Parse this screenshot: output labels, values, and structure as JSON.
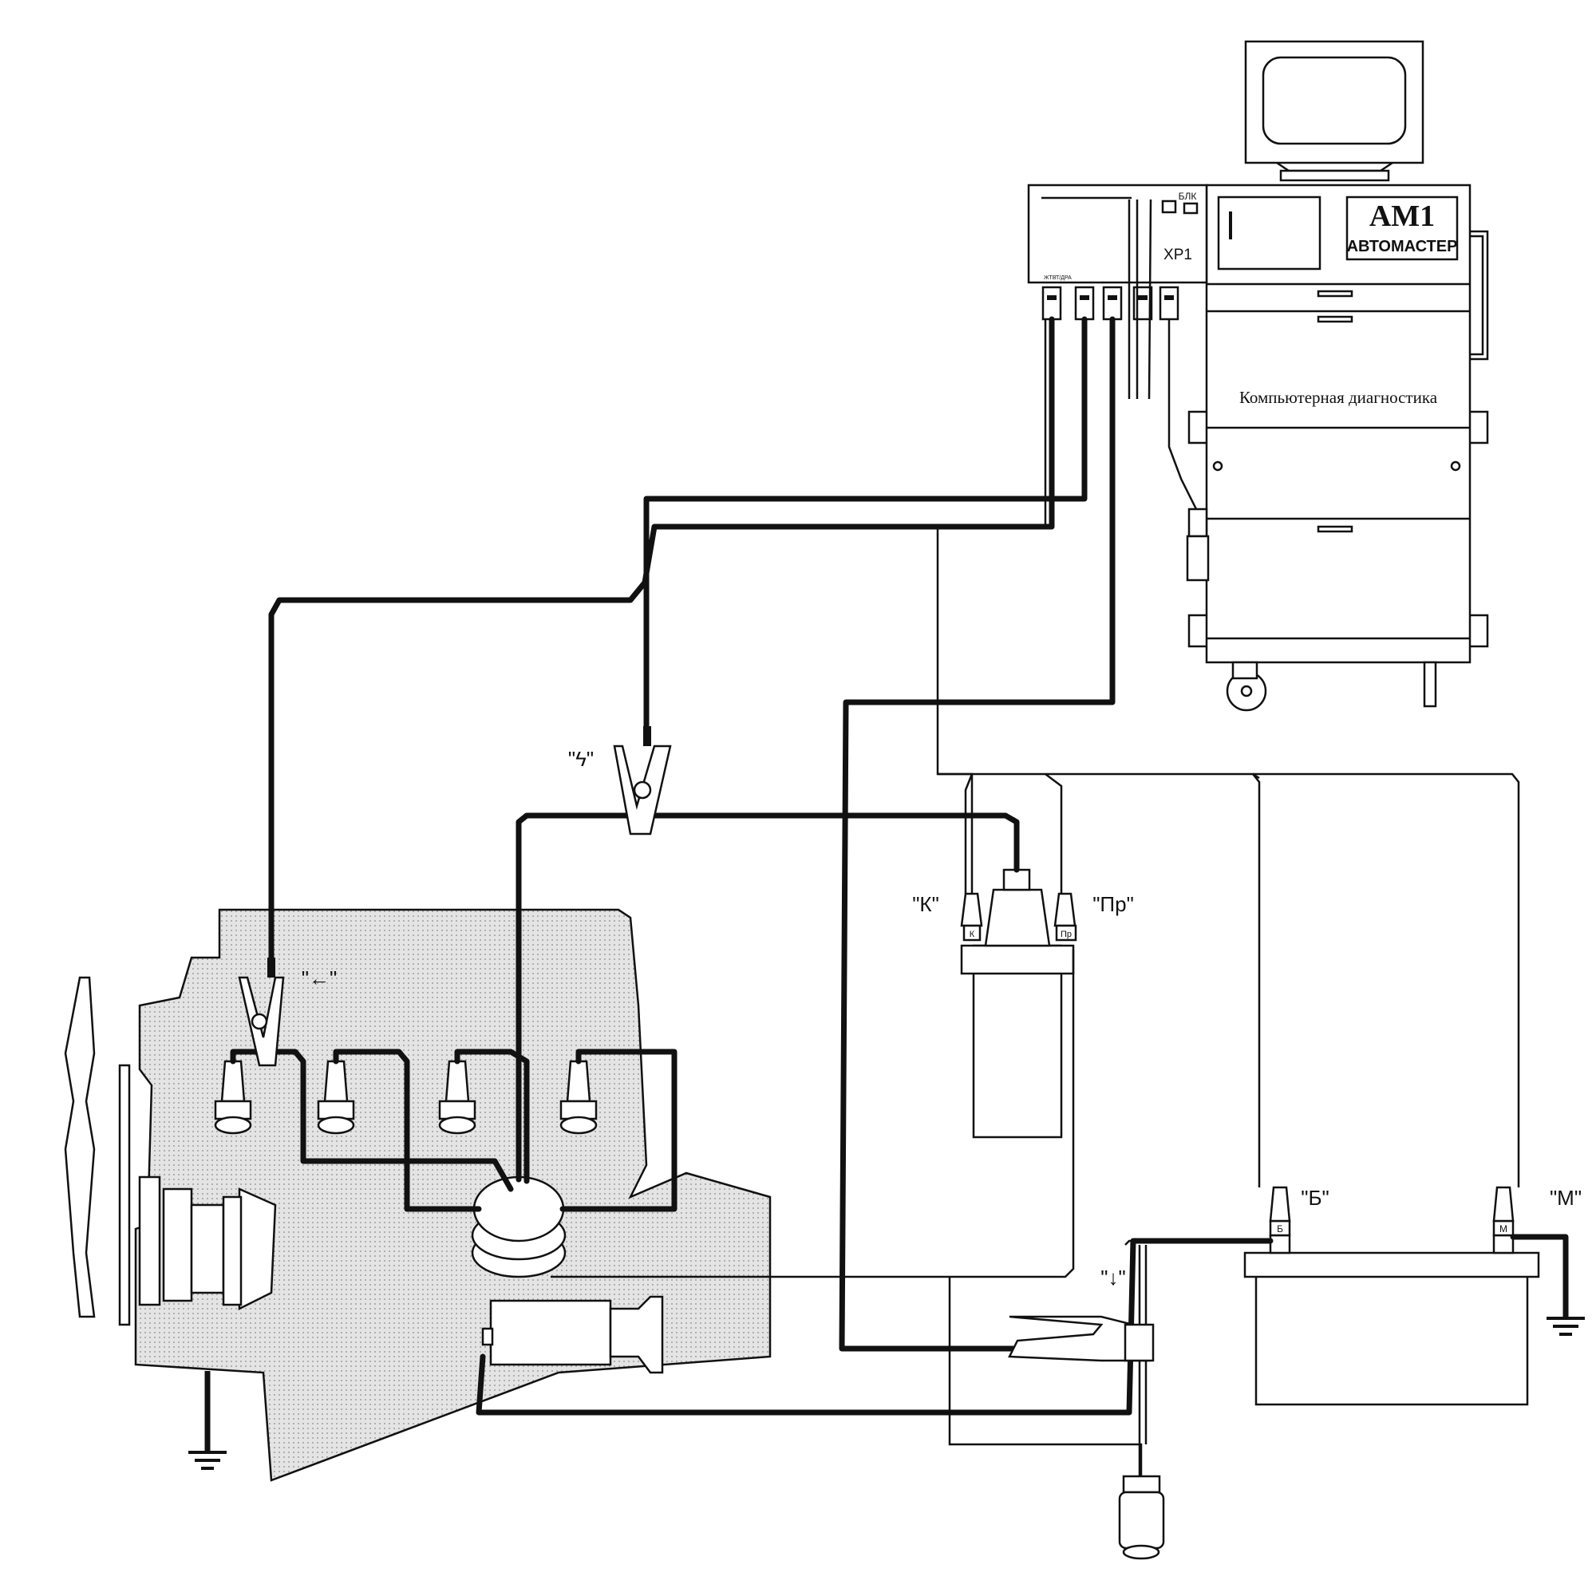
{
  "labels": {
    "stand_text": "Компьютерная диагностика",
    "logo_line1": "АМ1",
    "logo_line2": "АВТОМАСТЕР",
    "xp1": "XP1",
    "blk": "БЛК",
    "panel_port1": "ЖТВТ/ДРА",
    "clamp_hv": "\"ϟ\"",
    "clamp_sync": "\"←\"",
    "clamp_current": "\"↓\"",
    "coil_k": "\"К\"",
    "coil_pr": "\"Пр\"",
    "coil_k_small": "К",
    "coil_pr_small": "Пр",
    "batt_b": "\"Б\"",
    "batt_m": "\"М\"",
    "batt_b_small": "Б",
    "batt_m_small": "М"
  },
  "colors": {
    "engine_fill": "#dcdcdc",
    "line": "#111111"
  }
}
